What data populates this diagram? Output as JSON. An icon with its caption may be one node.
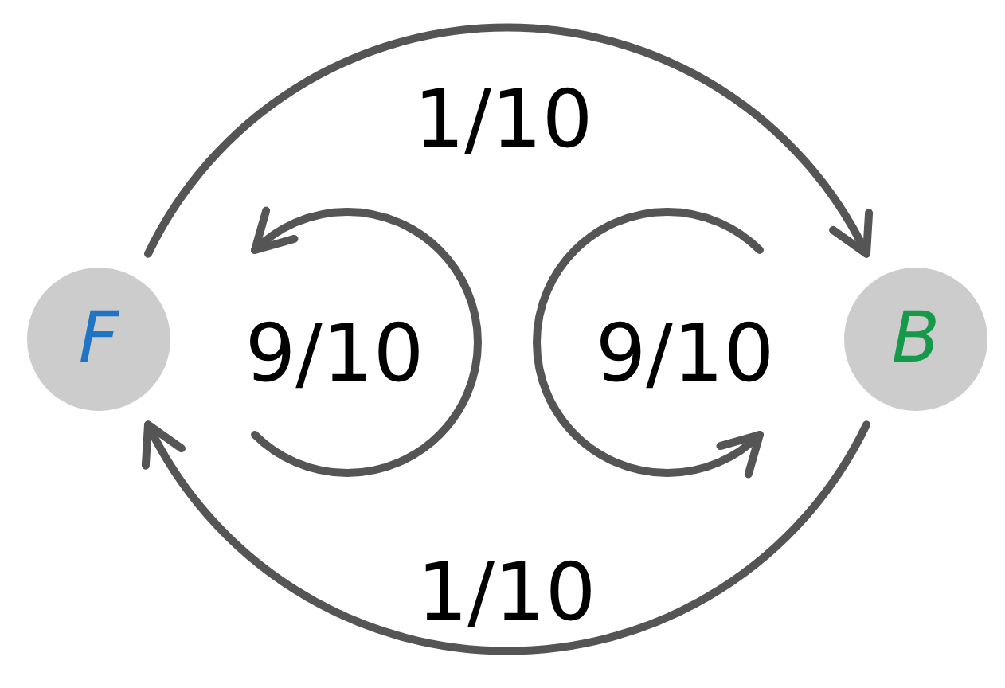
{
  "diagram": {
    "nodes": [
      {
        "text": [
          "F"
        ]
      },
      {
        "text": [
          "B"
        ]
      }
    ],
    "edges": [
      {
        "from": 0,
        "to": 1,
        "arrow": "to",
        "label": "1/10"
      },
      {
        "from": 0,
        "to": 0,
        "arrow": "to",
        "label": "9/10"
      },
      {
        "from": 1,
        "to": 1,
        "arrow": "to",
        "label": "9/10"
      },
      {
        "from": 1,
        "to": 0,
        "arrow": "to",
        "label": "1/10"
      }
    ]
  }
}
